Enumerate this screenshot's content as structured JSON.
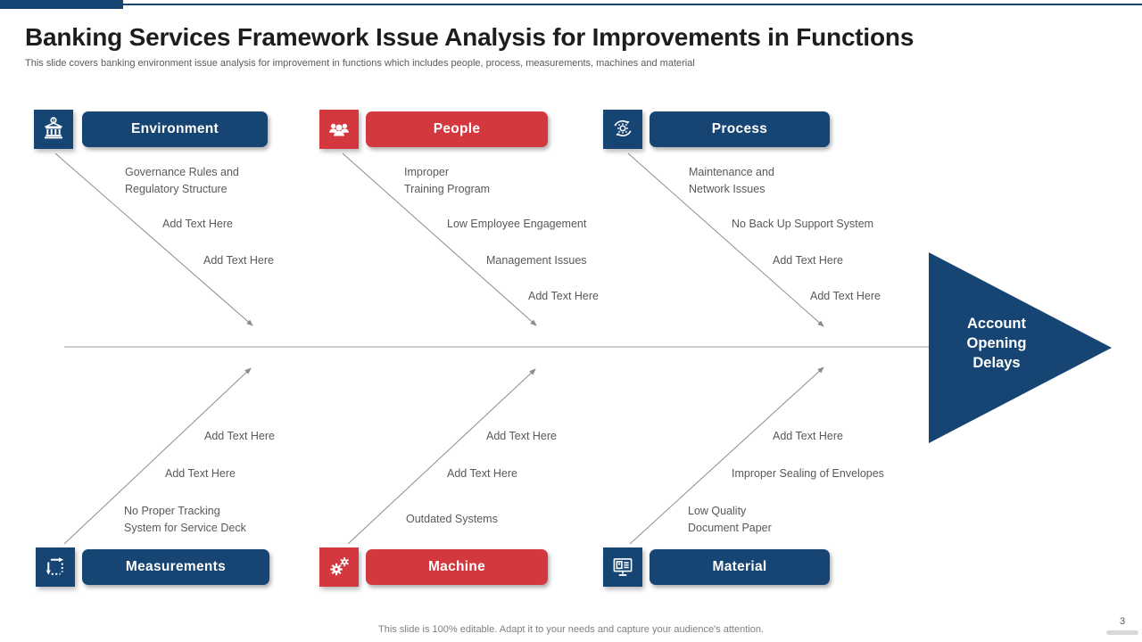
{
  "slide": {
    "title": "Banking Services Framework Issue Analysis for Improvements in Functions",
    "subtitle": "This slide covers banking environment issue analysis for improvement in functions which includes people, process, measurements, machines and material",
    "footer_note": "This slide is 100% editable. Adapt it to your needs and capture your audience's attention.",
    "page_number": "3"
  },
  "colors": {
    "navy": "#164573",
    "red": "#D4383F",
    "branch_line_gray": "#8C8C8C",
    "cause_text_gray": "#595959",
    "title_color": "#1D1D1D"
  },
  "effect": {
    "label": "Account Opening Delays"
  },
  "categories": [
    {
      "id": "environment",
      "label": "Environment",
      "color": "#164573",
      "icon": "bank-icon",
      "causes": [
        "Governance Rules and\nRegulatory Structure",
        "Add Text Here",
        "Add Text Here"
      ]
    },
    {
      "id": "people",
      "label": "People",
      "color": "#D4383F",
      "icon": "people-group-icon",
      "causes": [
        "Improper\nTraining Program",
        "Low Employee Engagement",
        "Management Issues",
        "Add Text Here"
      ]
    },
    {
      "id": "process",
      "label": "Process",
      "color": "#164573",
      "icon": "process-cycle-icon",
      "causes": [
        "Maintenance and\nNetwork Issues",
        "No Back Up Support System",
        "Add Text Here",
        "Add Text Here"
      ]
    },
    {
      "id": "measurements",
      "label": "Measurements",
      "color": "#164573",
      "icon": "measurement-arrows-icon",
      "causes": [
        "Add Text Here",
        "Add Text Here",
        "No Proper Tracking\nSystem for Service Deck"
      ]
    },
    {
      "id": "machine",
      "label": "Machine",
      "color": "#D4383F",
      "icon": "gears-icon",
      "causes": [
        "Add Text Here",
        "Add Text Here",
        "Outdated Systems"
      ]
    },
    {
      "id": "material",
      "label": "Material",
      "color": "#164573",
      "icon": "monitor-document-icon",
      "causes": [
        "Add Text Here",
        "Improper Sealing of Envelopes",
        "Low Quality\nDocument Paper"
      ]
    }
  ]
}
